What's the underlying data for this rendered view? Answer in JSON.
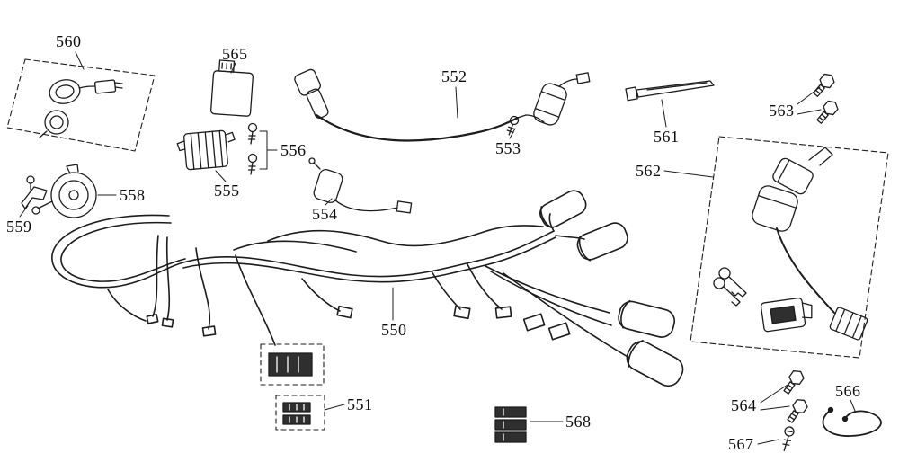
{
  "diagram": {
    "background_color": "#ffffff",
    "line_color": "#1c1c1c",
    "parts": [
      {
        "number": "560"
      },
      {
        "number": "565"
      },
      {
        "number": "552"
      },
      {
        "number": "553"
      },
      {
        "number": "561"
      },
      {
        "number": "563"
      },
      {
        "number": "562"
      },
      {
        "number": "556"
      },
      {
        "number": "555"
      },
      {
        "number": "558"
      },
      {
        "number": "559"
      },
      {
        "number": "554"
      },
      {
        "number": "550"
      },
      {
        "number": "551"
      },
      {
        "number": "568"
      },
      {
        "number": "564"
      },
      {
        "number": "566"
      },
      {
        "number": "567"
      }
    ]
  }
}
